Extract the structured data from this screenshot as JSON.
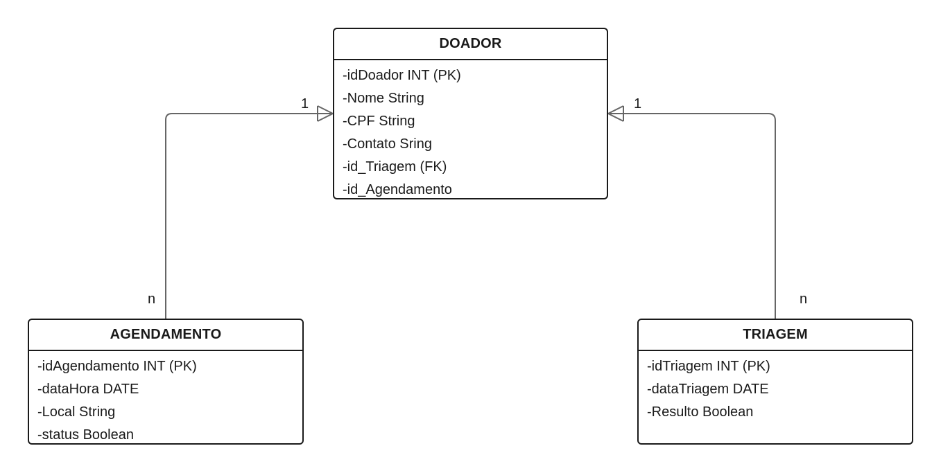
{
  "entities": {
    "doador": {
      "title": "DOADOR",
      "attributes": [
        "-idDoador INT (PK)",
        "-Nome String",
        "-CPF String",
        "-Contato Sring",
        "-id_Triagem (FK)",
        "-id_Agendamento"
      ]
    },
    "agendamento": {
      "title": "AGENDAMENTO",
      "attributes": [
        "-idAgendamento INT (PK)",
        "-dataHora DATE",
        "-Local String",
        "-status Boolean"
      ]
    },
    "triagem": {
      "title": "TRIAGEM",
      "attributes": [
        "-idTriagem INT (PK)",
        "-dataTriagem DATE",
        "-Resulto Boolean"
      ]
    }
  },
  "relationships": {
    "doador_agendamento": {
      "one_label": "1",
      "many_label": "n"
    },
    "doador_triagem": {
      "one_label": "1",
      "many_label": "n"
    }
  },
  "colors": {
    "border": "#1a1a1a",
    "connector": "#666666",
    "background": "#ffffff"
  }
}
